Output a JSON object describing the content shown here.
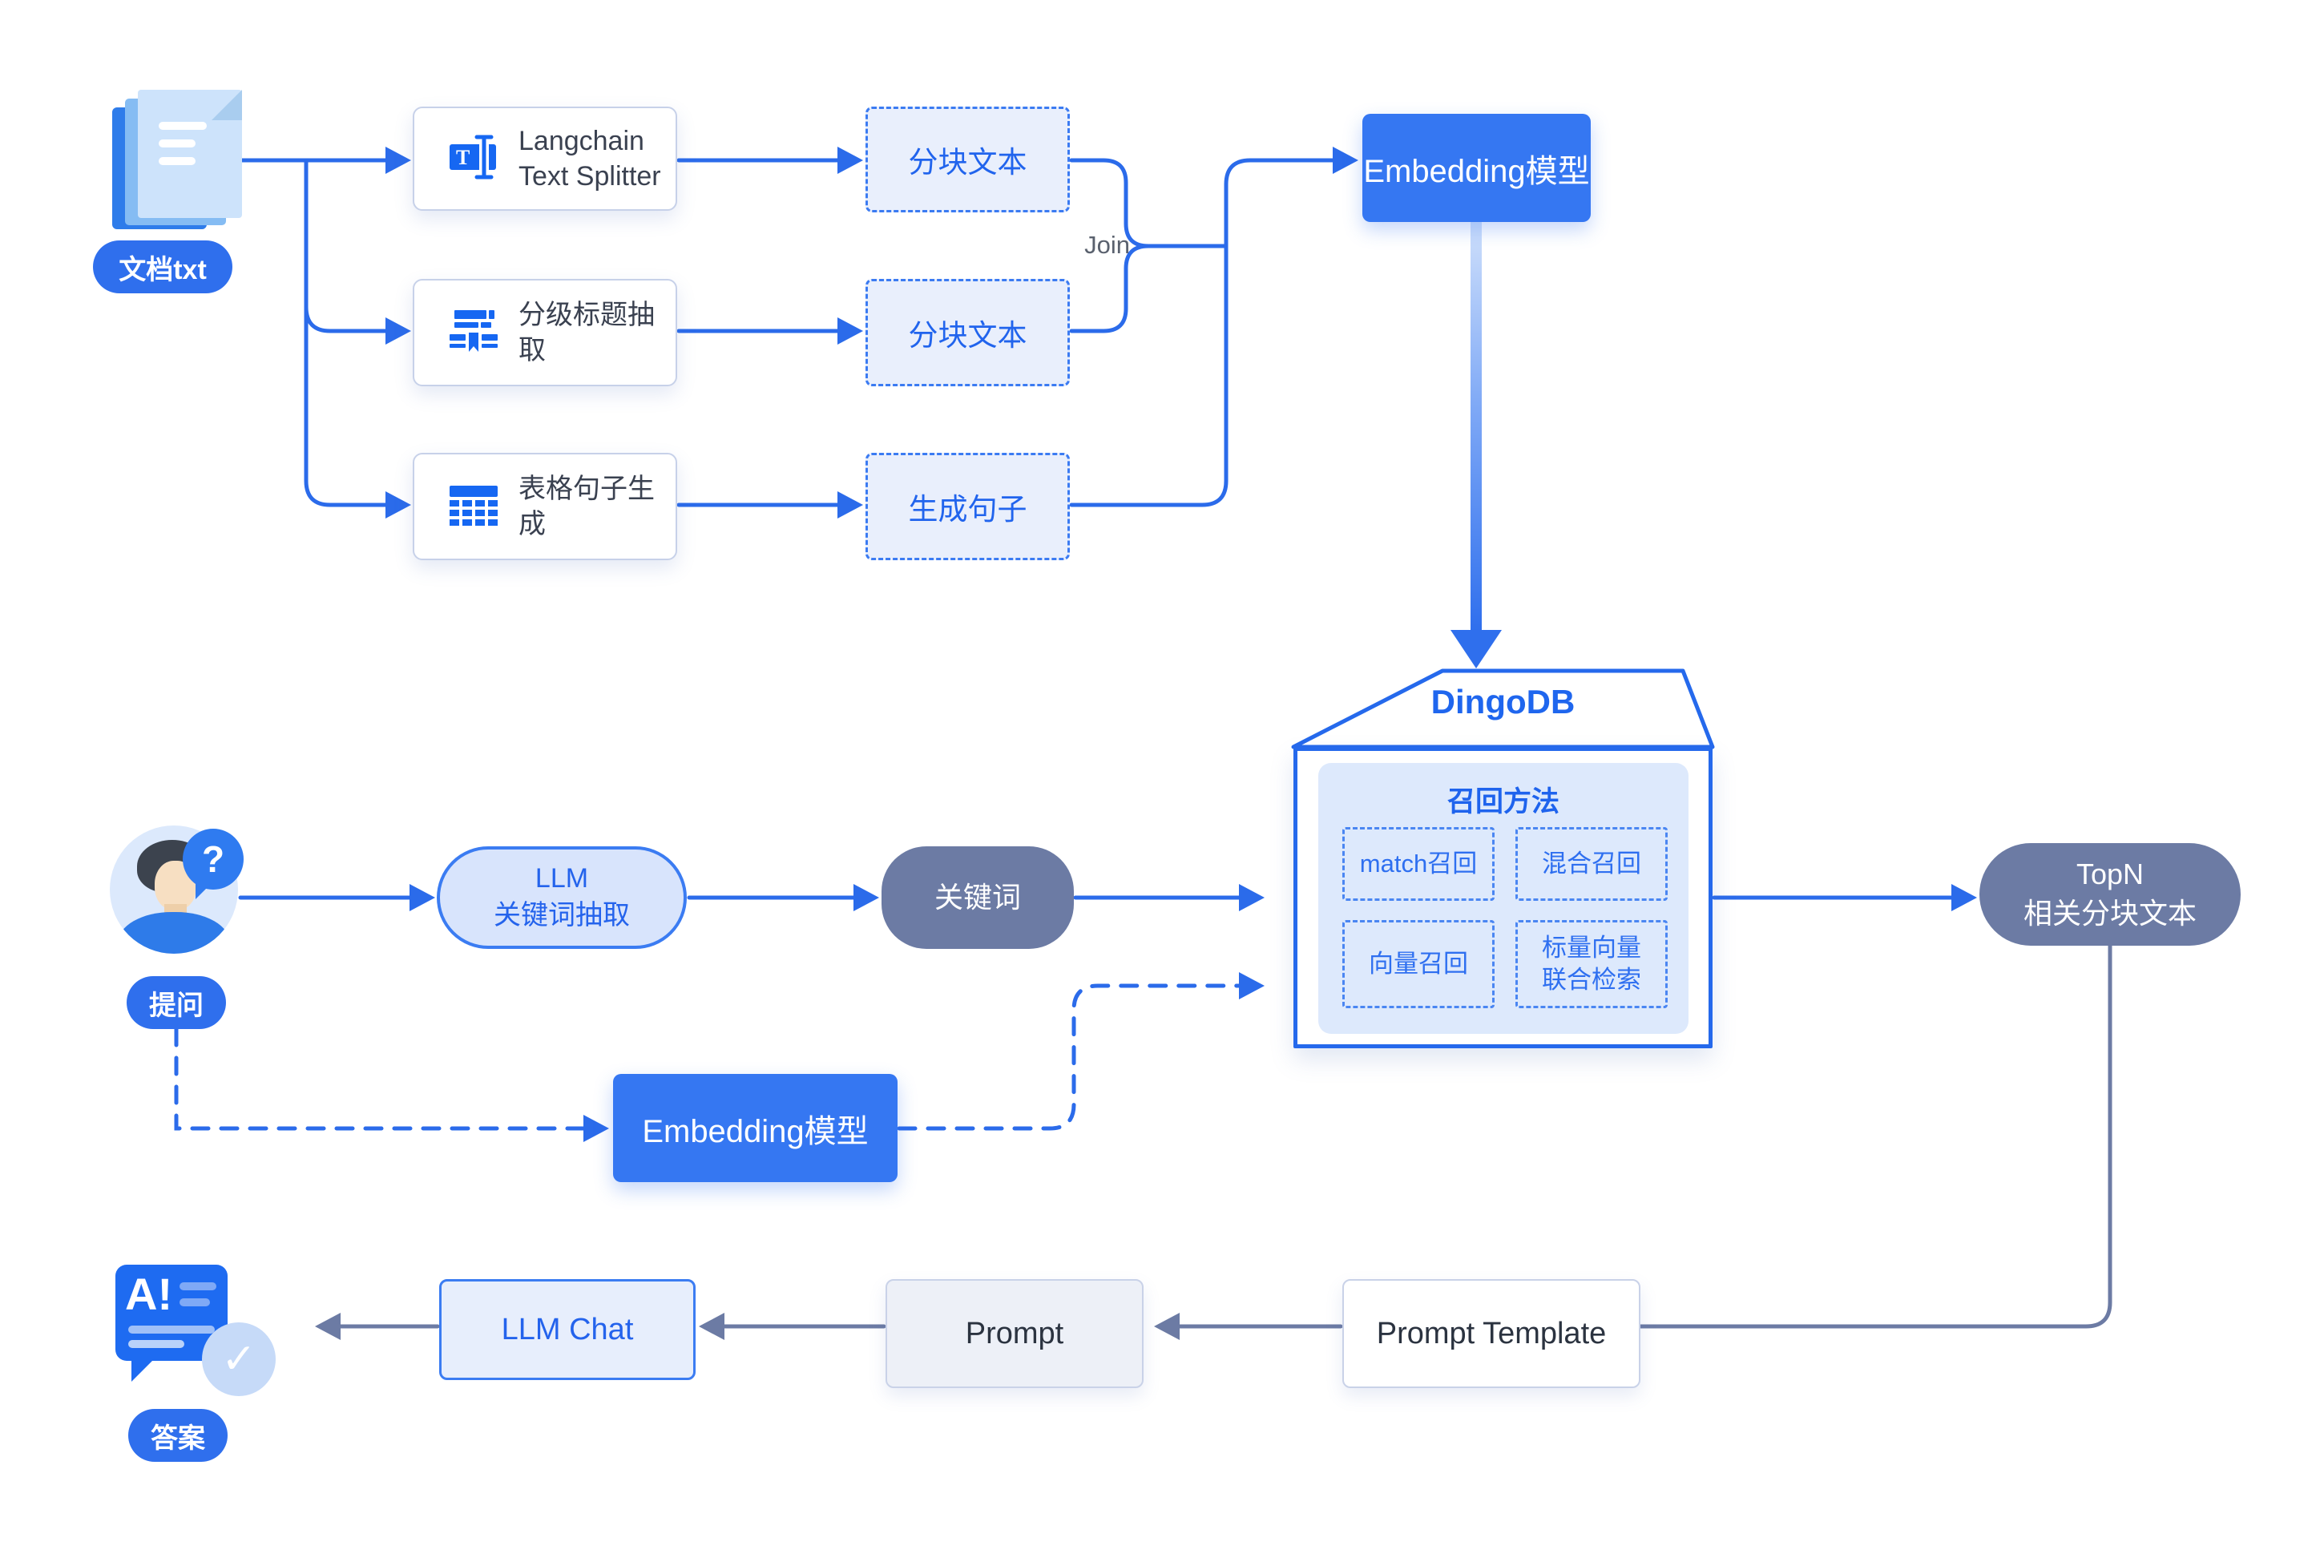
{
  "colors": {
    "primary_blue": "#2F6FED",
    "wire_blue": "#2B6BEA",
    "chunk_fill": "#E9EFFC",
    "chunk_border": "#3B7BF2",
    "panel_blue": "#DDE9FC",
    "slate": "#6C7BA4",
    "dark_text": "#3A4150",
    "blue_text": "#2164ED"
  },
  "ingest": {
    "doc_label": "文档txt",
    "processors": [
      {
        "label": "Langchain\nText Splitter",
        "icon": "text-splitter-icon"
      },
      {
        "label": "分级标题抽取",
        "icon": "heading-extract-icon"
      },
      {
        "label": "表格句子生成",
        "icon": "table-icon"
      }
    ],
    "chunks": [
      {
        "label": "分块文本"
      },
      {
        "label": "分块文本"
      },
      {
        "label": "生成句子"
      }
    ],
    "join_label": "Join",
    "embedding_label": "Embedding模型"
  },
  "dingodb": {
    "title": "DingoDB",
    "recall_title": "召回方法",
    "methods": [
      {
        "label": "match召回"
      },
      {
        "label": "混合召回"
      },
      {
        "label": "向量召回"
      },
      {
        "label": "标量向量\n联合检索"
      }
    ]
  },
  "query": {
    "question_label": "提问",
    "question_mark": "?",
    "llm_extract_label": "LLM\n关键词抽取",
    "keyword_label": "关键词",
    "embedding_label": "Embedding模型",
    "topn_label": "TopN\n相关分块文本"
  },
  "answer": {
    "prompt_template_label": "Prompt Template",
    "prompt_label": "Prompt",
    "llm_chat_label": "LLM Chat",
    "answer_label": "答案",
    "answer_glyph": "A!",
    "check_glyph": "✓"
  }
}
